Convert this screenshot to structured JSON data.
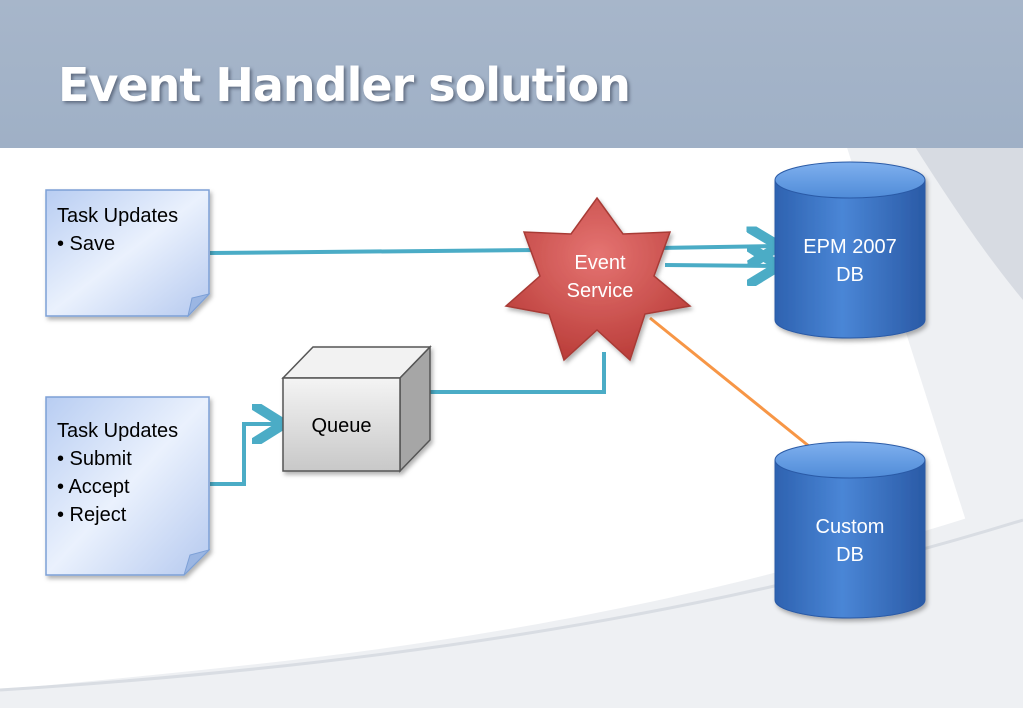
{
  "slide": {
    "title": "Event Handler solution"
  },
  "nodes": {
    "task_updates_save": {
      "heading": "Task Updates",
      "items": [
        "• Save"
      ]
    },
    "task_updates_submit": {
      "heading": "Task Updates",
      "items": [
        "• Submit",
        "• Accept",
        "• Reject"
      ]
    },
    "queue": {
      "label": "Queue"
    },
    "event_service": {
      "line1": "Event",
      "line2": "Service"
    },
    "epm_db": {
      "line1": "EPM 2007",
      "line2": "DB"
    },
    "custom_db": {
      "line1": "Custom",
      "line2": "DB"
    }
  },
  "colors": {
    "header": "#a3b3c8",
    "connector_teal": "#4bacc6",
    "connector_orange": "#f79646",
    "star_red": "#d9534f",
    "db_blue": "#3a78c8",
    "note_blue": "#c9daf8",
    "queue_gray": "#d9d9d9"
  }
}
